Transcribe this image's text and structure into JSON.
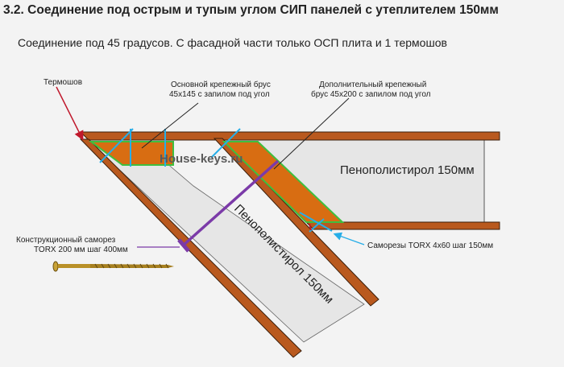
{
  "title": "3.2. Соединение под острым и тупым углом СИП панелей с утеплителем 150мм",
  "subtitle": "Соединение под 45 градусов. С фасадной части только ОСП плита и 1 термошов",
  "labels": {
    "thermal_seam": "Термошов",
    "main_beam_1": "Основной крепежный брус",
    "main_beam_2": "45х145 с запилом под угол",
    "extra_beam_1": "Дополнительный крепежный",
    "extra_beam_2": "брус 45х200 с запилом под угол",
    "watermark": "House-keys.ru",
    "foam_horizontal": "Пенополистирол 150мм",
    "foam_diagonal": "Пенополистирол 150мм",
    "screws_small": "Саморезы TORX 4х60 шаг 150мм",
    "screw_large_1": "Конструкционный саморез",
    "screw_large_2": "TORX 200 мм шаг 400мм"
  },
  "colors": {
    "osb": "#b9591e",
    "beam": "#d86d12",
    "beam_outline": "#3fbf3f",
    "foam": "#e4e4e4",
    "small_screw": "#27aee8",
    "large_screw": "#7b3aa8",
    "thermal_arrow": "#c0182b"
  }
}
